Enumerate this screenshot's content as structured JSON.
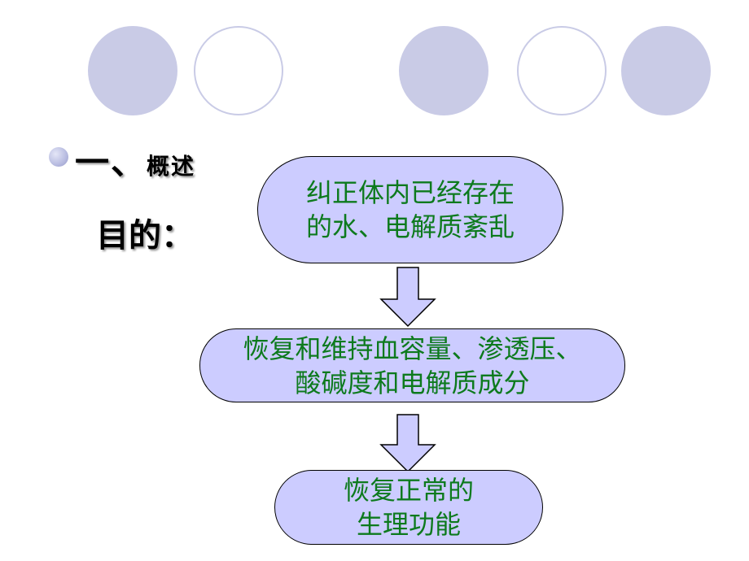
{
  "header": {
    "section_number": "一、",
    "section_title": "概述"
  },
  "purpose_label": "目的：",
  "flow": {
    "step1": {
      "line1": "纠正体内已经存在",
      "line2": "的水、电解质紊乱"
    },
    "step2": {
      "line1": "恢复和维持血容量、渗透压、",
      "line2": "酸碱度和电解质成分"
    },
    "step3": {
      "line1": "恢复正常的",
      "line2": "生理功能"
    }
  },
  "colors": {
    "circle_fill": "#c9cbe6",
    "node_fill": "#ccccff",
    "node_text": "#0d7a1d",
    "arrow_fill": "#ccccff"
  }
}
